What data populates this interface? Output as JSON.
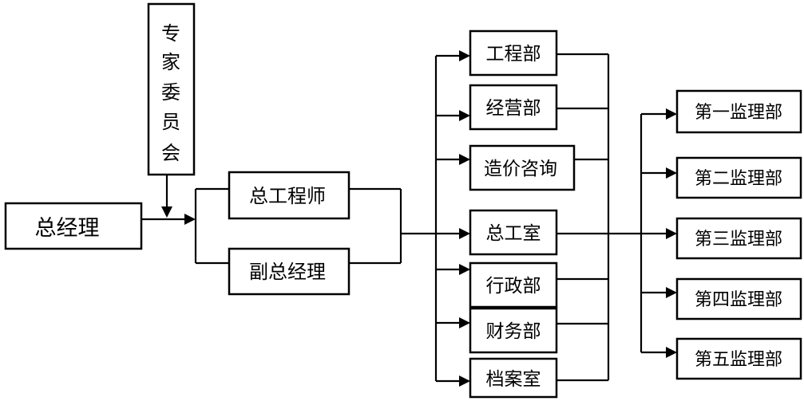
{
  "nodes": {
    "gm": "总经理",
    "expert": [
      "专",
      "家",
      "委",
      "员",
      "会"
    ],
    "chief_engineer": "总工程师",
    "deputy_gm": "副总经理",
    "engineering": "工程部",
    "operations": "经营部",
    "cost_consulting": "造价咨询",
    "general_office": "总工室",
    "administration": "行政部",
    "finance": "财务部",
    "archives": "档案室",
    "supervision_1": "第一监理部",
    "supervision_2": "第二监理部",
    "supervision_3": "第三监理部",
    "supervision_4": "第四监理部",
    "supervision_5": "第五监理部"
  }
}
